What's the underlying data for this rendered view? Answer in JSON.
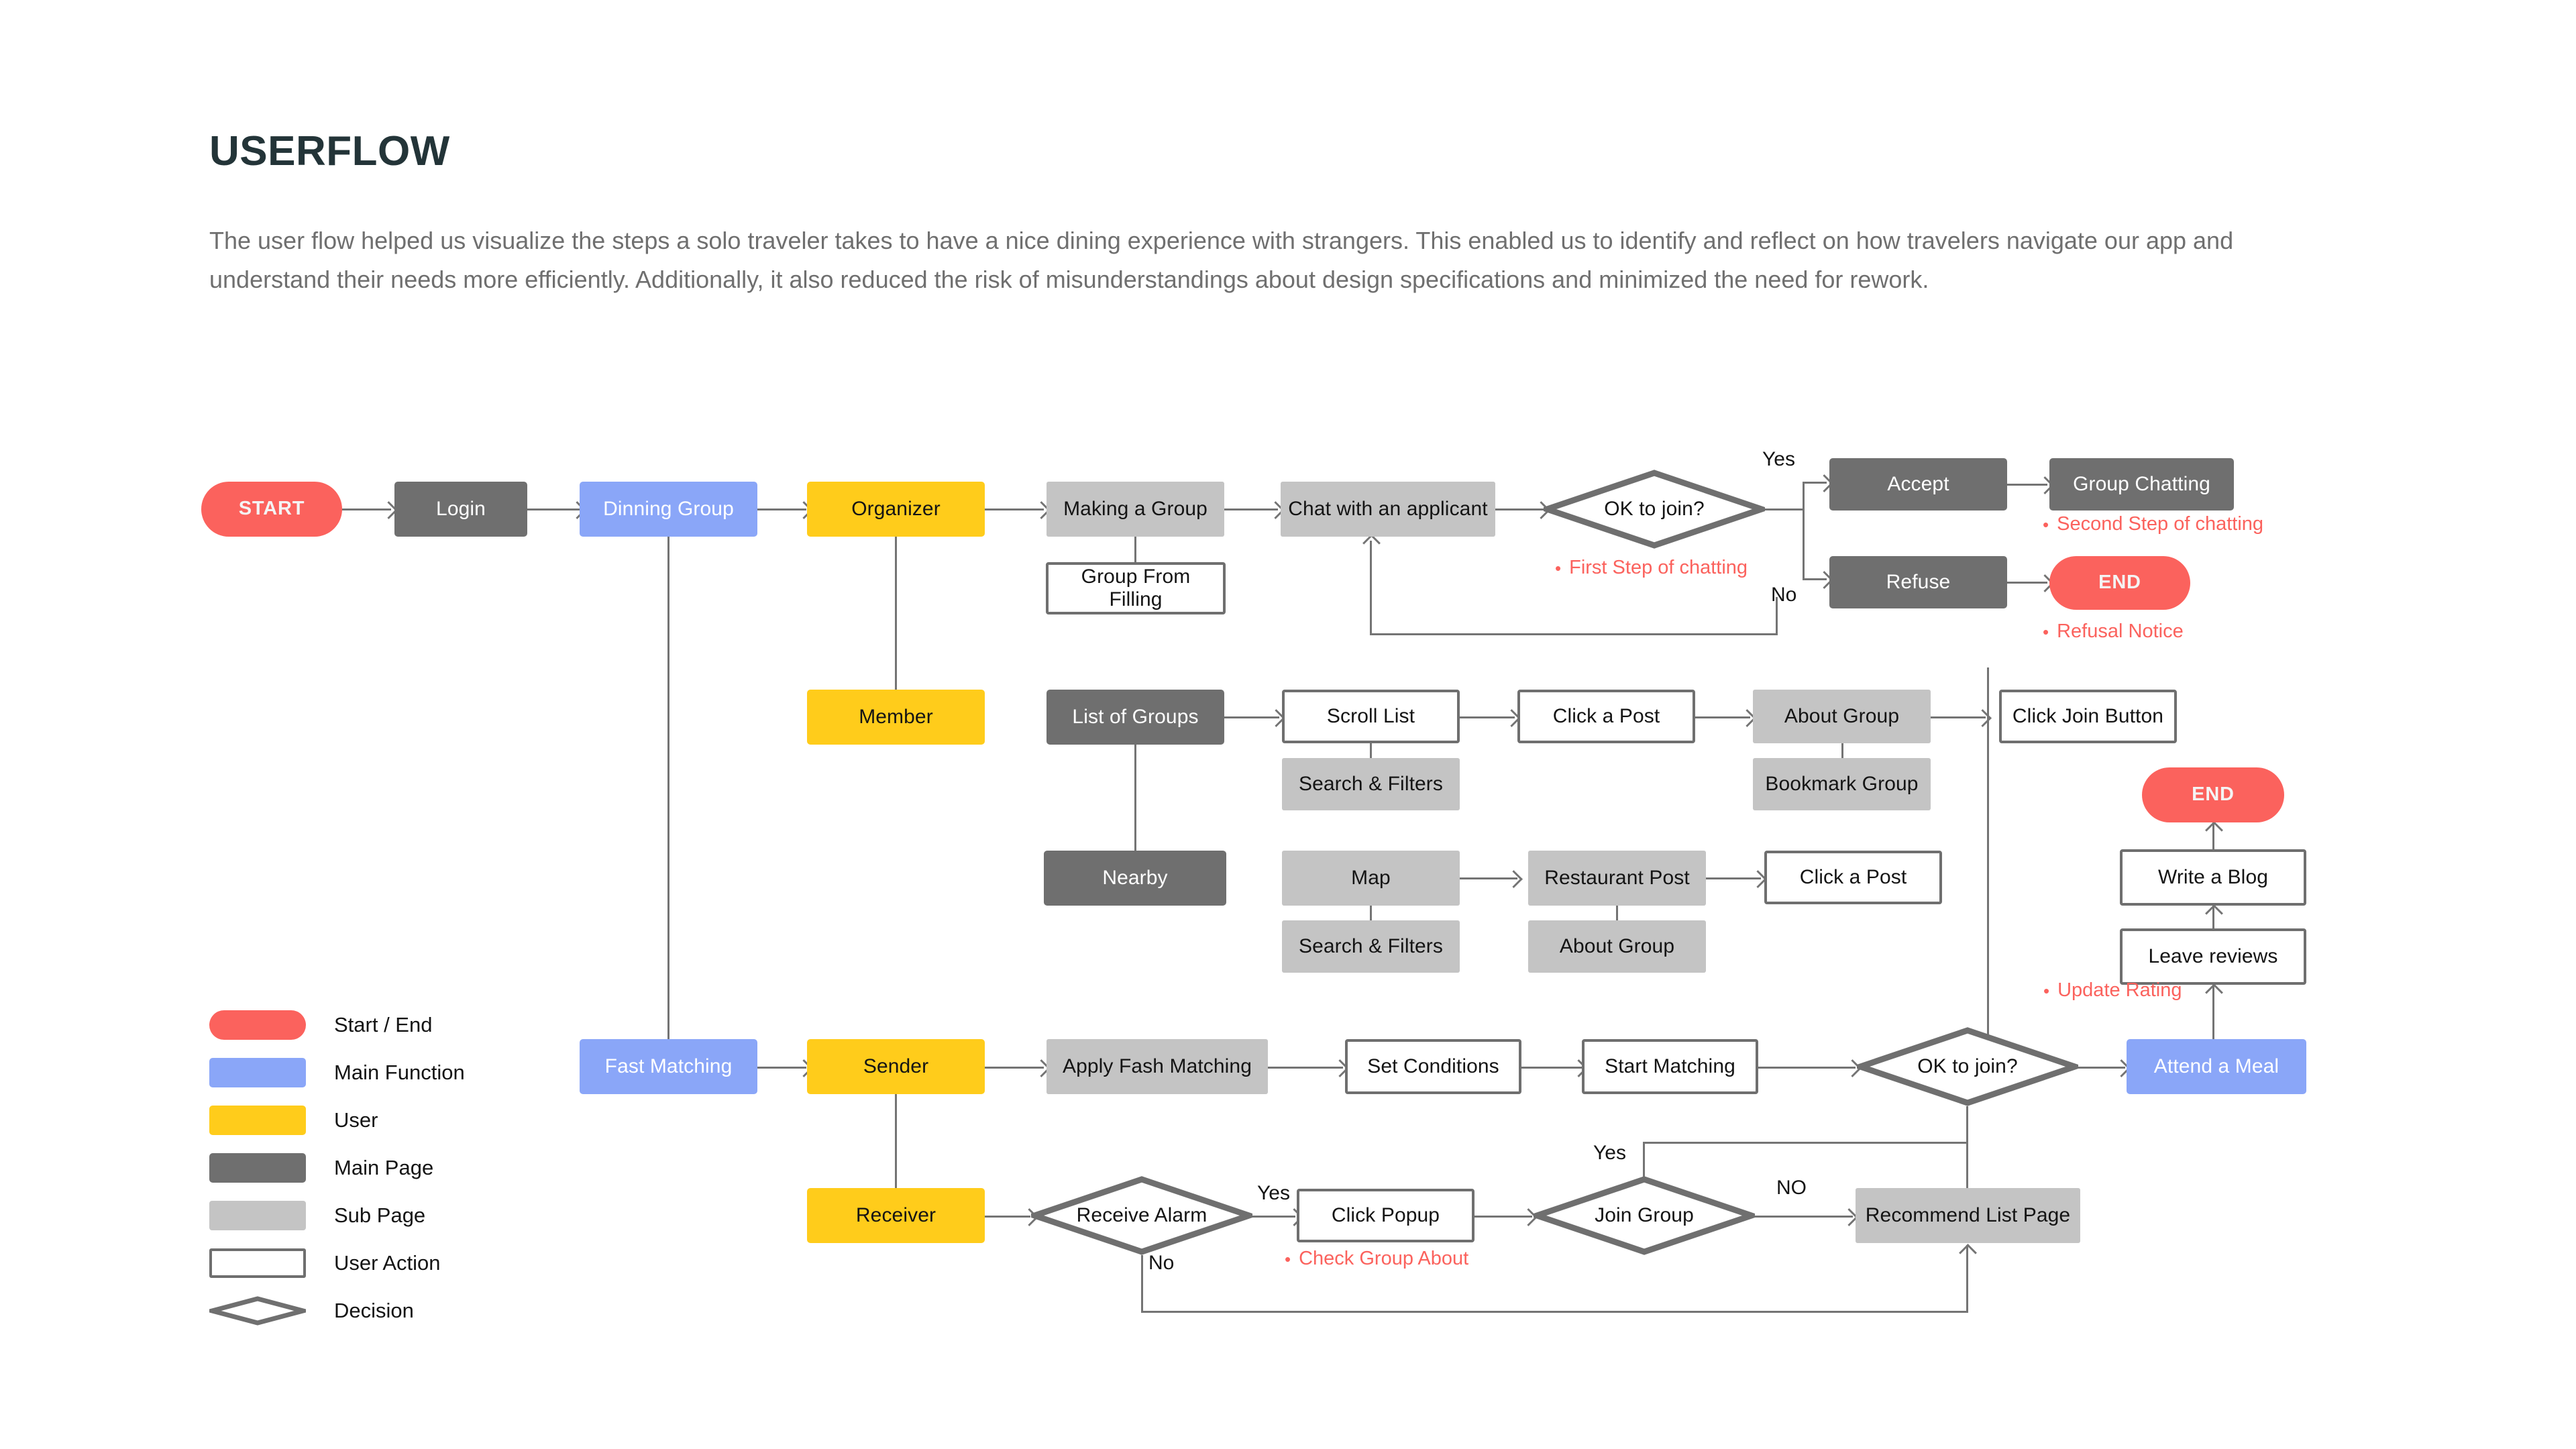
{
  "header": {
    "title": "USERFLOW",
    "description": "The user flow helped us visualize the steps a solo traveler takes to have a nice dining experience with strangers. This enabled us to identify and reflect on how travelers navigate our app and understand their needs more efficiently. Additionally, it also reduced the risk of misunderstandings about design specifications and minimized the need for rework."
  },
  "colors": {
    "start_end": "#fb625d",
    "main_function": "#8aa6f8",
    "user": "#ffcc1b",
    "main_page": "#6f6f6f",
    "sub_page": "#c4c4c4",
    "user_action_border": "#6f6f6f",
    "decision_border": "#6f6f6f",
    "connector": "#747474",
    "note": "#fb625d",
    "title": "#233438",
    "body_text": "#6f6f6f"
  },
  "legend": {
    "items": [
      {
        "label": "Start / End",
        "swatch": "start-end-swatch"
      },
      {
        "label": "Main Function",
        "swatch": "main-function-swatch"
      },
      {
        "label": "User",
        "swatch": "user-swatch"
      },
      {
        "label": "Main Page",
        "swatch": "main-page-swatch"
      },
      {
        "label": "Sub Page",
        "swatch": "sub-page-swatch"
      },
      {
        "label": "User Action",
        "swatch": "user-action-swatch"
      },
      {
        "label": "Decision",
        "swatch": "decision-swatch"
      }
    ]
  },
  "flow": {
    "nodes": {
      "start": {
        "label": "START",
        "type": "start-end"
      },
      "login": {
        "label": "Login",
        "type": "main-page"
      },
      "dinning_group": {
        "label": "Dinning Group",
        "type": "main-function"
      },
      "organizer": {
        "label": "Organizer",
        "type": "user"
      },
      "making_a_group": {
        "label": "Making a Group",
        "type": "sub-page"
      },
      "group_from_filling": {
        "label": "Group From Filling",
        "type": "user-action"
      },
      "chat_with_applicant": {
        "label": "Chat with an applicant",
        "type": "sub-page"
      },
      "ok_to_join_1": {
        "label": "OK to join?",
        "type": "decision"
      },
      "accept": {
        "label": "Accept",
        "type": "main-page"
      },
      "group_chatting": {
        "label": "Group Chatting",
        "type": "main-page"
      },
      "refuse": {
        "label": "Refuse",
        "type": "main-page"
      },
      "end_1": {
        "label": "END",
        "type": "start-end"
      },
      "member": {
        "label": "Member",
        "type": "user"
      },
      "list_of_groups": {
        "label": "List of Groups",
        "type": "main-page"
      },
      "scroll_list": {
        "label": "Scroll List",
        "type": "user-action"
      },
      "search_filters_1": {
        "label": "Search & Filters",
        "type": "sub-page"
      },
      "click_a_post_1": {
        "label": "Click a Post",
        "type": "user-action"
      },
      "about_group_1": {
        "label": "About Group",
        "type": "sub-page"
      },
      "bookmark_group": {
        "label": "Bookmark Group",
        "type": "sub-page"
      },
      "click_join_button": {
        "label": "Click Join Button",
        "type": "user-action"
      },
      "nearby": {
        "label": "Nearby",
        "type": "main-page"
      },
      "map": {
        "label": "Map",
        "type": "sub-page"
      },
      "search_filters_2": {
        "label": "Search & Filters",
        "type": "sub-page"
      },
      "restaurant_post": {
        "label": "Restaurant Post",
        "type": "sub-page"
      },
      "about_group_2": {
        "label": "About Group",
        "type": "sub-page"
      },
      "click_a_post_2": {
        "label": "Click a Post",
        "type": "user-action"
      },
      "end_2": {
        "label": "END",
        "type": "start-end"
      },
      "write_a_blog": {
        "label": "Write a Blog",
        "type": "user-action"
      },
      "leave_reviews": {
        "label": "Leave reviews",
        "type": "user-action"
      },
      "fast_matching": {
        "label": "Fast Matching",
        "type": "main-function"
      },
      "sender": {
        "label": "Sender",
        "type": "user"
      },
      "apply_fash_matching": {
        "label": "Apply Fash Matching",
        "type": "sub-page"
      },
      "set_conditions": {
        "label": "Set Conditions",
        "type": "user-action"
      },
      "start_matching": {
        "label": "Start Matching",
        "type": "user-action"
      },
      "ok_to_join_2": {
        "label": "OK to join?",
        "type": "decision"
      },
      "attend_a_meal": {
        "label": "Attend a Meal",
        "type": "main-function"
      },
      "receiver": {
        "label": "Receiver",
        "type": "user"
      },
      "receive_alarm": {
        "label": "Receive Alarm",
        "type": "decision"
      },
      "click_popup": {
        "label": "Click Popup",
        "type": "user-action"
      },
      "join_group": {
        "label": "Join Group",
        "type": "decision"
      },
      "recommend_list_page": {
        "label": "Recommend List Page",
        "type": "sub-page"
      }
    },
    "edge_labels": {
      "yes_accept": "Yes",
      "no_refuse": "No",
      "yes_alarm": "Yes",
      "no_alarm": "No",
      "yes_join": "Yes",
      "no_join": "NO"
    },
    "notes": {
      "first_step": "First Step of chatting",
      "second_step": "Second Step of chatting",
      "refusal_notice": "Refusal Notice",
      "update_rating": "Update Rating",
      "check_group_about": "Check Group About"
    }
  }
}
